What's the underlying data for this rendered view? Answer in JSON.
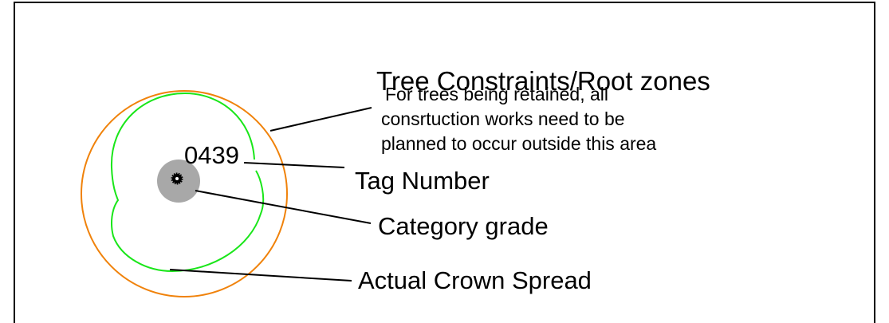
{
  "title": "Tree Constraints/Root zones",
  "note_lines": [
    "For trees being retained, all",
    "consrtuction works need to be",
    "planned to occur outside this area"
  ],
  "tree": {
    "tag_number": "0439"
  },
  "labels": {
    "tag": "Tag Number",
    "category": "Category grade",
    "crown": "Actual Crown Spread"
  },
  "colors": {
    "root_zone": "#f0820a",
    "crown_spread": "#19e619",
    "category_disc": "#a8a8a8",
    "leader_line": "#000000",
    "frame": "#000000"
  }
}
